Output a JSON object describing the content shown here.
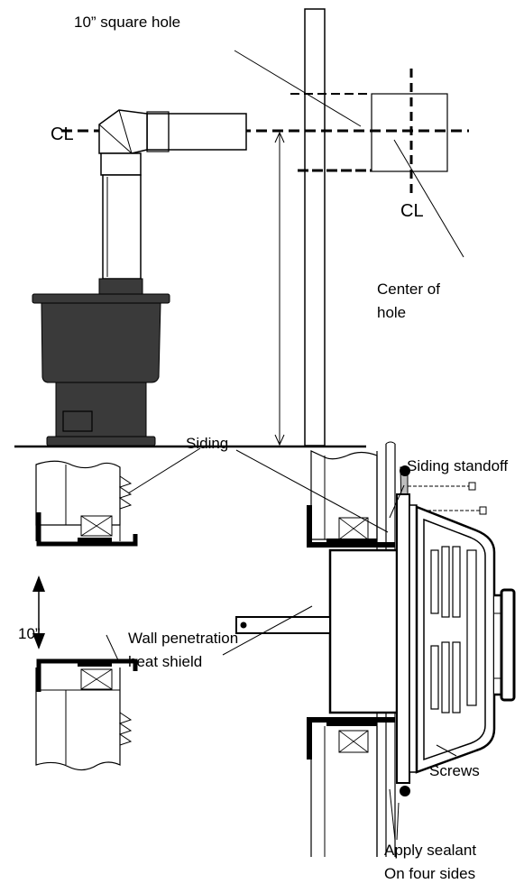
{
  "labels": {
    "square_hole": "10” square hole",
    "centerline_top": "CL",
    "centerline_right": "CL",
    "center_of_hole_line1": "Center of",
    "center_of_hole_line2": "hole",
    "siding": "Siding",
    "siding_standoff": "Siding standoff",
    "wall_penetration_line1": "Wall penetration",
    "wall_penetration_line2": "heat shield",
    "dimension_10": "10”",
    "screws": "Screws",
    "sealant_line1": "Apply sealant",
    "sealant_line2": "On four sides"
  },
  "colors": {
    "ink": "#000000",
    "stove_body": "#3a3a3a",
    "stove_dark": "#2b2b2b",
    "flashing_gray": "#bdbdbd",
    "light_gray": "#dcdcdc"
  }
}
